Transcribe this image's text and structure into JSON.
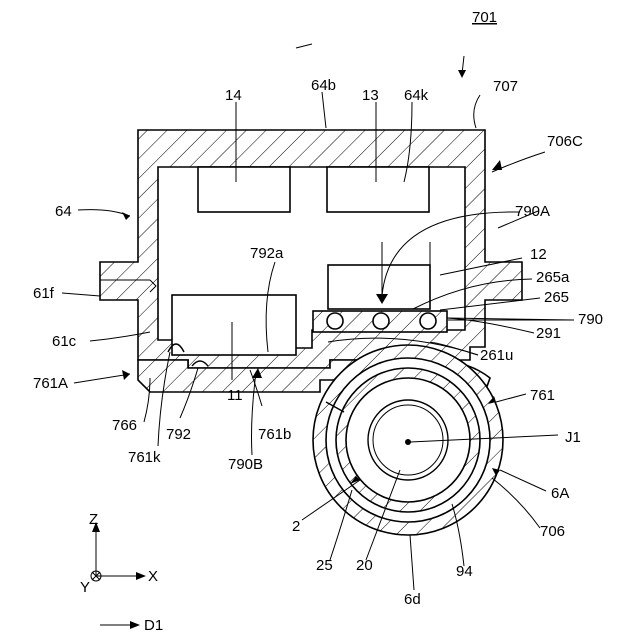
{
  "figure_label": "701",
  "labels": {
    "l707": "707",
    "l706C": "706C",
    "l64b": "64b",
    "l14": "14",
    "l13": "13",
    "l64k": "64k",
    "l64": "64",
    "l790A": "790A",
    "l792a": "792a",
    "l12": "12",
    "l265a": "265a",
    "l61f": "61f",
    "l265": "265",
    "l790": "790",
    "l291": "291",
    "l61c": "61c",
    "l261u": "261u",
    "l761A": "761A",
    "l761": "761",
    "l11": "11",
    "l766": "766",
    "l792": "792",
    "l761b": "761b",
    "l761k": "761k",
    "l790B": "790B",
    "lJ1": "J1",
    "l6A": "6A",
    "l706": "706",
    "l2": "2",
    "l25": "25",
    "l20": "20",
    "l94": "94",
    "l6d": "6d"
  },
  "axes": {
    "z": "Z",
    "x": "X",
    "y": "Y",
    "d1": "D1"
  }
}
